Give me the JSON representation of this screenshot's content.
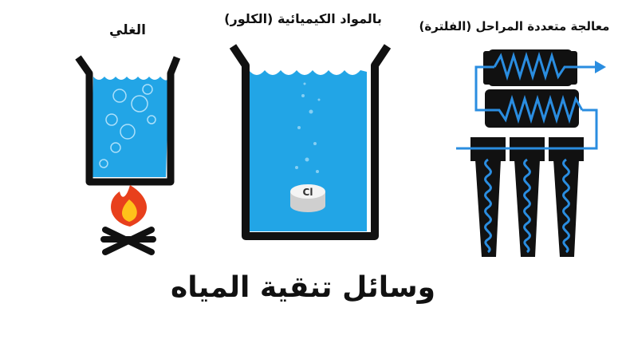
{
  "title": "وسائل تنقية المياه",
  "methods": [
    {
      "label": "الغلي"
    },
    {
      "label": "بالمواد الكيميائية (الكلور)",
      "tablet_text": "Cl"
    },
    {
      "label": "معالجة متعددة المراحل (الفلترة)"
    }
  ],
  "colors": {
    "water": "#22a5e6",
    "outline": "#111111",
    "flame": "#e8401c",
    "flame_inner": "#ffc21a",
    "coil": "#2a8de0"
  }
}
